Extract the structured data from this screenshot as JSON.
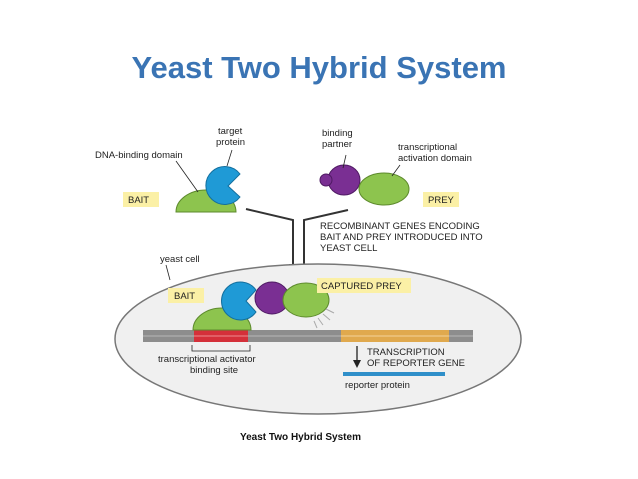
{
  "title": "Yeast Two Hybrid System",
  "labels": {
    "target_protein_1": "target",
    "target_protein_2": "protein",
    "dna_binding_domain": "DNA-binding domain",
    "binding_partner_1": "binding",
    "binding_partner_2": "partner",
    "transcriptional_activation_1": "transcriptional",
    "transcriptional_activation_2": "activation domain",
    "bait": "BAIT",
    "prey": "PREY",
    "recombinant_1": "RECOMBINANT GENES ENCODING",
    "recombinant_2": "BAIT AND PREY INTRODUCED INTO",
    "recombinant_3": "YEAST CELL",
    "yeast_cell": "yeast cell",
    "bait_inner": "BAIT",
    "captured_prey": "CAPTURED PREY",
    "activator_site_1": "transcriptional activator",
    "activator_site_2": "binding site",
    "transcription_1": "TRANSCRIPTION",
    "transcription_2": "OF REPORTER GENE",
    "reporter_protein": "reporter protein"
  },
  "caption": "Yeast Two Hybrid System",
  "colors": {
    "title": "#3a74b4",
    "dna_binding_domain": "#8dc44e",
    "target_protein": "#1f9ad6",
    "binding_partner": "#7a2f93",
    "activation_domain": "#8dc44e",
    "tag_background": "#fbf0a6",
    "cell_fill": "#f0f0f0",
    "binding_site": "#d4303a",
    "reporter_gene": "#e0a94e",
    "reporter_protein": "#2f8fc9"
  }
}
